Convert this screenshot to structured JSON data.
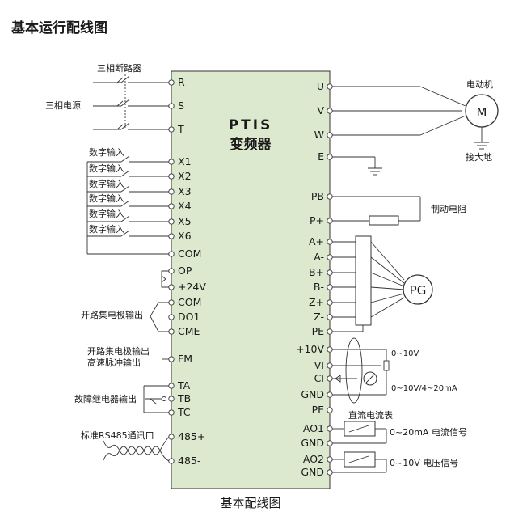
{
  "title": "基本运行配线图",
  "caption": "基本配线图",
  "drive": {
    "line1": "PTIS",
    "line2": "变频器"
  },
  "left_terminals": [
    "R",
    "S",
    "T",
    "X1",
    "X2",
    "X3",
    "X4",
    "X5",
    "X6",
    "COM",
    "OP",
    "+24V",
    "COM",
    "DO1",
    "CME",
    "FM",
    "TA",
    "TB",
    "TC",
    "485+",
    "485-"
  ],
  "right_terminals": [
    "U",
    "V",
    "W",
    "E",
    "PB",
    "P+",
    "A+",
    "A-",
    "B+",
    "B-",
    "Z+",
    "Z-",
    "PE",
    "+10V",
    "VI",
    "CI",
    "GND",
    "PE",
    "AO1",
    "GND",
    "AO2",
    "GND"
  ],
  "labels": {
    "breaker": "三相断路器",
    "power": "三相电源",
    "digital_inputs": [
      "数字输入",
      "数字输入",
      "数字输入",
      "数字输入",
      "数字输入",
      "数字输入"
    ],
    "open_collector": "开路集电极输出",
    "pulse_line1": "开路集电极输出",
    "pulse_line2": "高速脉冲输出",
    "relay": "故障继电器输出",
    "rs485": "标准RS485通讯口",
    "motor_title": "电动机",
    "motor_symbol": "M",
    "ground": "接大地",
    "brake": "制动电阻",
    "pg": "PG",
    "range_vi": "0~10V",
    "range_ci": "0~10V/4~20mA",
    "dc_meter": "直流电流表",
    "ao1_signal": "0~20mA 电流信号",
    "ao2_signal": "0~10V 电压信号"
  }
}
